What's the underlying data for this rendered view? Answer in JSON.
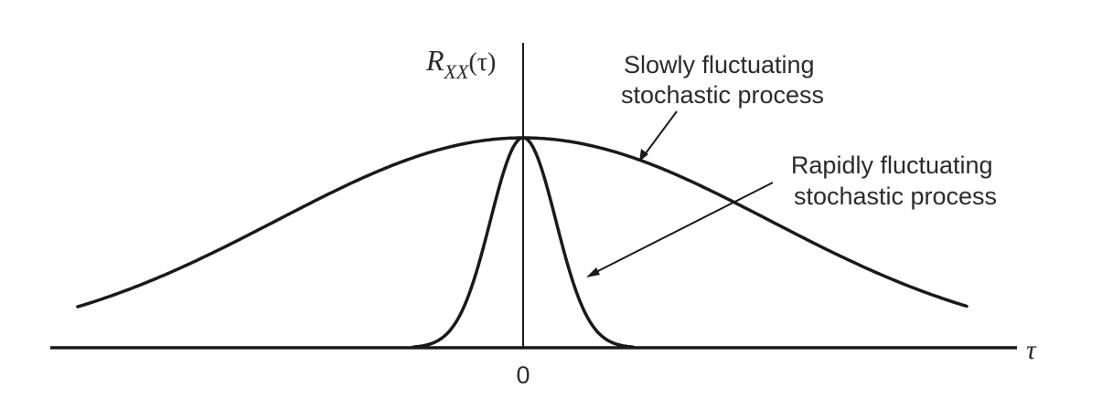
{
  "diagram": {
    "y_axis_label": {
      "main": "R",
      "subscript": "XX",
      "argument": "(τ)"
    },
    "x_axis_label": "τ",
    "origin_label": "0",
    "curves": [
      {
        "id": "slow",
        "label_lines": [
          "Slowly fluctuating",
          "stochastic process"
        ]
      },
      {
        "id": "rapid",
        "label_lines": [
          "Rapidly fluctuating",
          "stochastic process"
        ]
      }
    ],
    "colors": {
      "line": "#1a1a1a",
      "text": "#2b2b2b",
      "background": "#ffffff"
    }
  }
}
